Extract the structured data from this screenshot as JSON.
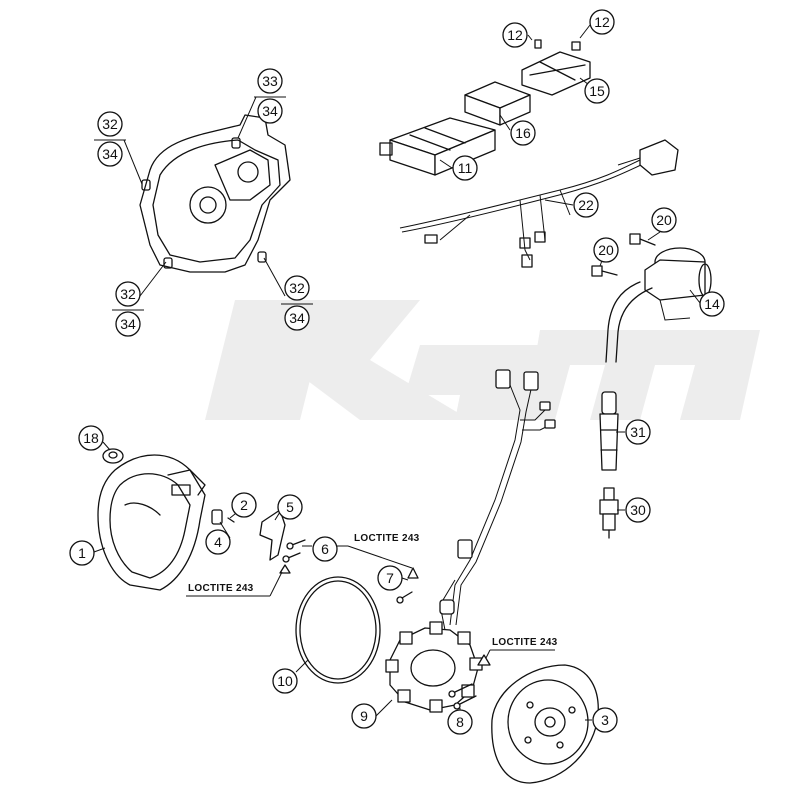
{
  "watermark": {
    "text": "KTM",
    "color": "#ececec"
  },
  "callouts": [
    {
      "id": "c-12a",
      "label": "12"
    },
    {
      "id": "c-12b",
      "label": "12"
    },
    {
      "id": "c-15",
      "label": "15"
    },
    {
      "id": "c-16",
      "label": "16"
    },
    {
      "id": "c-11",
      "label": "11"
    },
    {
      "id": "c-22",
      "label": "22"
    },
    {
      "id": "c-20a",
      "label": "20"
    },
    {
      "id": "c-20b",
      "label": "20"
    },
    {
      "id": "c-14",
      "label": "14"
    },
    {
      "id": "c-31",
      "label": "31"
    },
    {
      "id": "c-30",
      "label": "30"
    },
    {
      "id": "c-18",
      "label": "18"
    },
    {
      "id": "c-1",
      "label": "1"
    },
    {
      "id": "c-2",
      "label": "2"
    },
    {
      "id": "c-4",
      "label": "4"
    },
    {
      "id": "c-5",
      "label": "5"
    },
    {
      "id": "c-6",
      "label": "6"
    },
    {
      "id": "c-7",
      "label": "7"
    },
    {
      "id": "c-10",
      "label": "10"
    },
    {
      "id": "c-9",
      "label": "9"
    },
    {
      "id": "c-8",
      "label": "8"
    },
    {
      "id": "c-3",
      "label": "3"
    }
  ],
  "fractions": [
    {
      "id": "f-33-34",
      "top": "33",
      "bottom": "34"
    },
    {
      "id": "f-32-34-left",
      "top": "32",
      "bottom": "34"
    },
    {
      "id": "f-32-34-bottom",
      "top": "32",
      "bottom": "34"
    },
    {
      "id": "f-32-34-right",
      "top": "32",
      "bottom": "34"
    }
  ],
  "loctite_labels": [
    {
      "id": "l-1",
      "text": "LOCTITE 243"
    },
    {
      "id": "l-2",
      "text": "LOCTITE 243"
    },
    {
      "id": "l-3",
      "text": "LOCTITE 243"
    }
  ]
}
